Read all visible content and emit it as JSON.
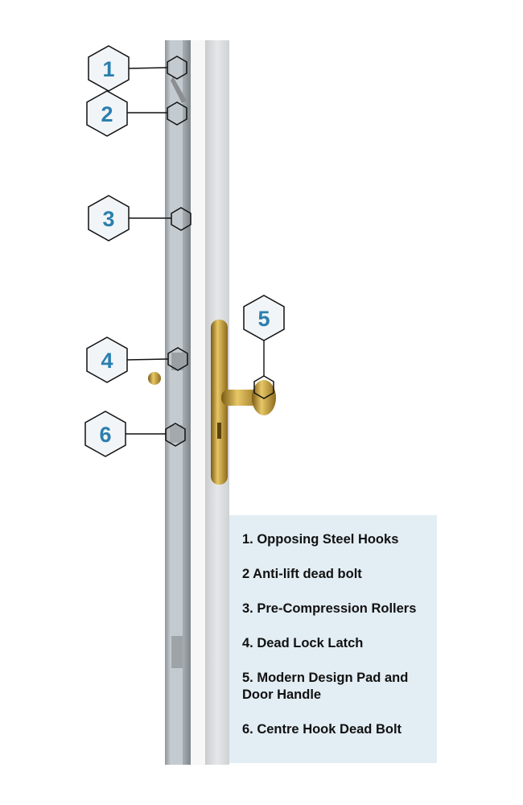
{
  "callouts": [
    {
      "number": "1"
    },
    {
      "number": "2"
    },
    {
      "number": "3"
    },
    {
      "number": "4"
    },
    {
      "number": "5"
    },
    {
      "number": "6"
    }
  ],
  "legend": {
    "items": [
      "1. Opposing Steel Hooks",
      "2 Anti-lift dead bolt",
      "3. Pre-Compression Rollers",
      "4. Dead Lock Latch",
      "5. Modern Design Pad and Door Handle",
      "6. Centre Hook Dead Bolt"
    ]
  },
  "colors": {
    "number": "#2b7fae",
    "legend_bg": "#e3edf4",
    "hex_fill": "#f1f5f8",
    "handle": "#c9a23a"
  }
}
